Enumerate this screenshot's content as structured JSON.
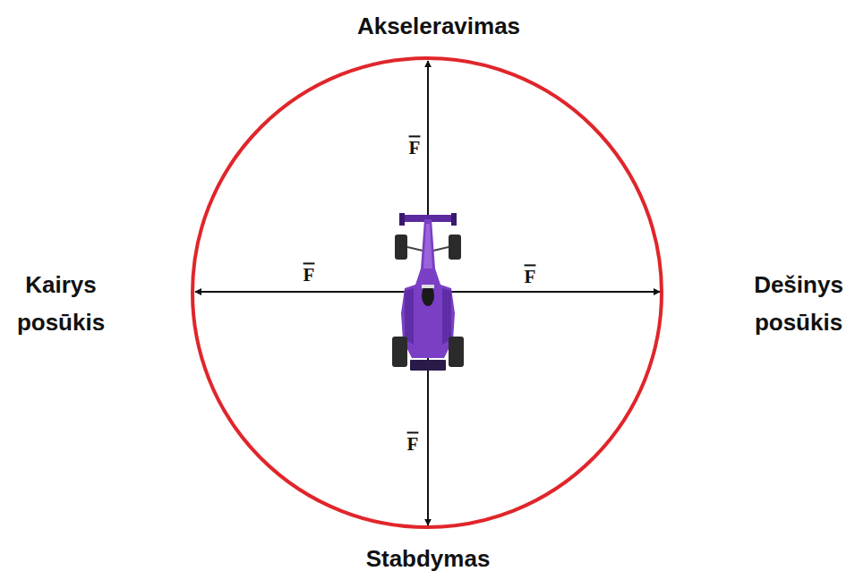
{
  "diagram": {
    "labels": [
      "Akseleravimas",
      "F",
      "Kairys posūkis",
      "F",
      "F",
      "Dešinys posūkis",
      "F",
      "Stabdymas"
    ]
  }
}
